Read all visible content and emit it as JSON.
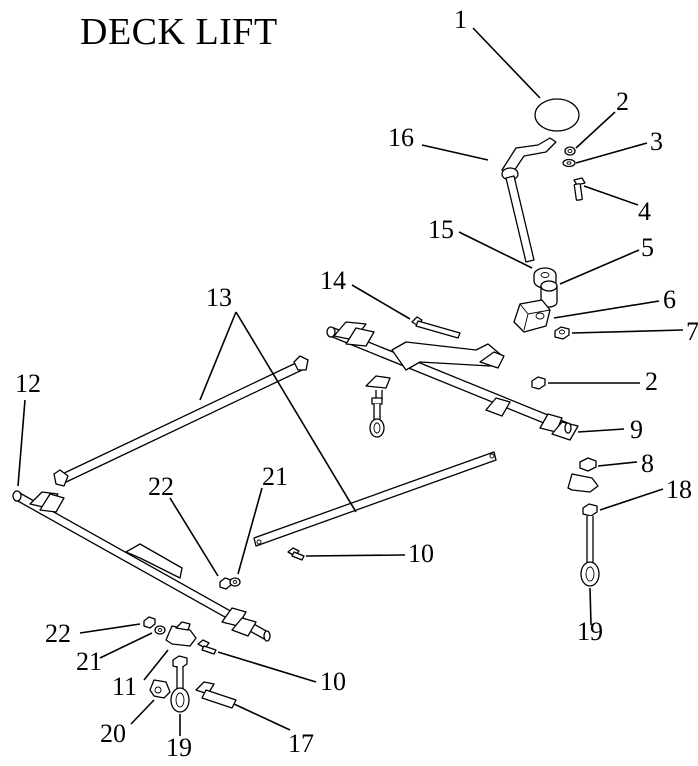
{
  "title": "DECK LIFT",
  "callouts": [
    "1",
    "2",
    "3",
    "4",
    "15",
    "5",
    "16",
    "14",
    "6",
    "7",
    "13",
    "12",
    "2",
    "9",
    "8",
    "22",
    "21",
    "18",
    "10",
    "22",
    "21",
    "11",
    "10",
    "19",
    "20",
    "19",
    "17"
  ]
}
